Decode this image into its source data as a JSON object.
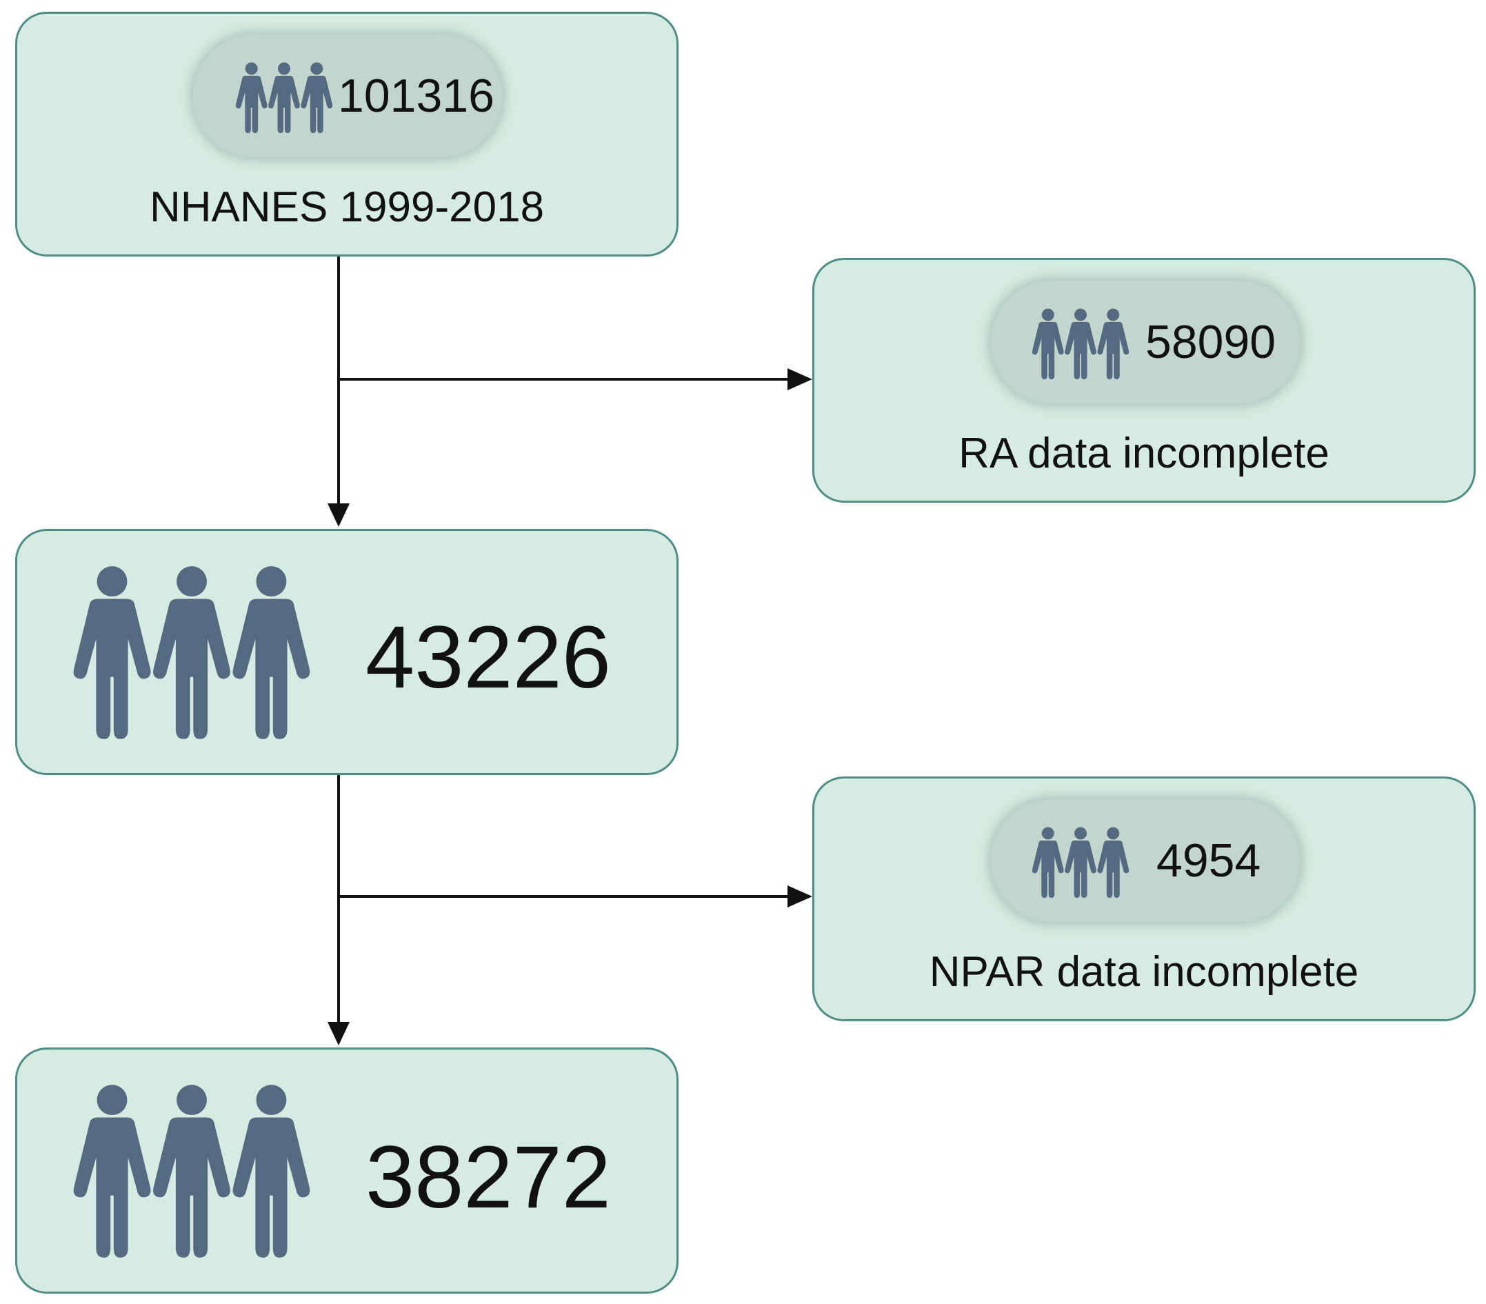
{
  "colors": {
    "box_fill": "#d6ebe1",
    "box_border": "#4f8c86",
    "pill_fill": "#c3d6cd",
    "icon_color": "#536a80",
    "arrow_color": "#111111"
  },
  "nodes": {
    "start": {
      "count": "101316",
      "label": "NHANES 1999-2018",
      "icon": "people-group-icon"
    },
    "excluded_ra": {
      "count": "58090",
      "label": "RA data incomplete",
      "icon": "people-group-icon"
    },
    "after_ra": {
      "count": "43226",
      "icon": "people-group-icon"
    },
    "excluded_npar": {
      "count": "4954",
      "label": "NPAR data incomplete",
      "icon": "people-group-icon"
    },
    "final": {
      "count": "38272",
      "icon": "people-group-icon"
    }
  },
  "edges": [
    {
      "from": "start",
      "to": "after_ra"
    },
    {
      "from": "start",
      "to": "excluded_ra"
    },
    {
      "from": "after_ra",
      "to": "final"
    },
    {
      "from": "after_ra",
      "to": "excluded_npar"
    }
  ]
}
